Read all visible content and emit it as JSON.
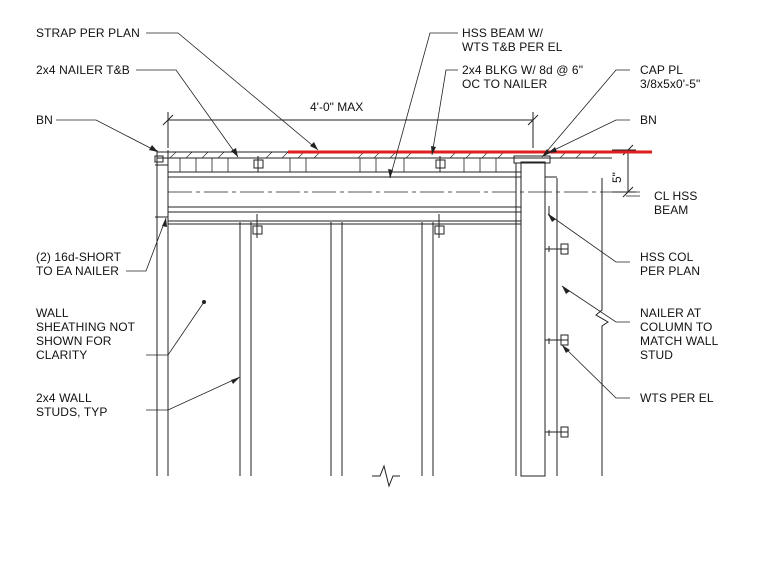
{
  "colors": {
    "line": "#222222",
    "strap": "#e01e1e"
  },
  "labels": {
    "strap_per_plan": "STRAP PER PLAN",
    "nailer_tb": "2x4 NAILER T&B",
    "bn_left": "BN",
    "hss_beam_line1": "HSS BEAM W/",
    "hss_beam_line2": "WTS T&B PER EL",
    "blkg_line1": "2x4 BLKG W/ 8d @ 6\"",
    "blkg_line2": "OC TO NAILER",
    "cap_pl_line1": "CAP PL",
    "cap_pl_line2": "3/8x5x0'-5\"",
    "bn_right": "BN",
    "short_16d_line1": "(2) 16d-SHORT",
    "short_16d_line2": "TO EA NAILER",
    "cl_hss_line1": "CL HSS",
    "cl_hss_line2": "BEAM",
    "hss_col_line1": "HSS COL",
    "hss_col_line2": "PER PLAN",
    "wall_sheathing": "WALL\nSHEATHING NOT\nSHOWN FOR\nCLARITY",
    "nailer_column": "NAILER AT\nCOLUMN TO\nMATCH WALL\nSTUD",
    "wall_studs": "2x4 WALL\nSTUDS, TYP",
    "wts_per_el": "WTS PER EL"
  },
  "dimensions": {
    "span": "4'-0\" MAX",
    "depth": "5\""
  }
}
